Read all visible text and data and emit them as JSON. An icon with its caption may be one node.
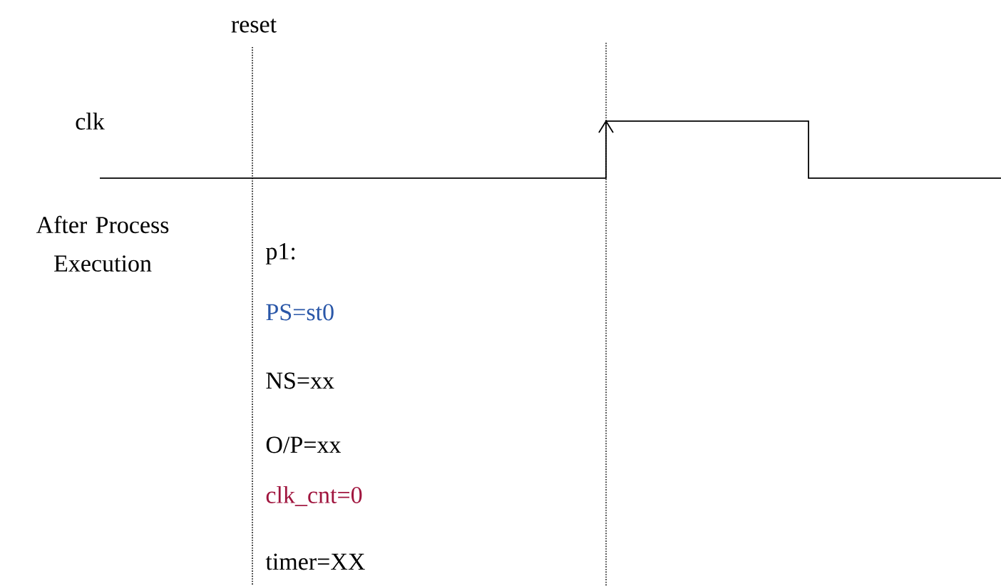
{
  "diagram": {
    "labels": [
      "reset",
      "clk",
      "After Process Execution",
      "p1:",
      "PS=st0",
      "NS=xx",
      "O/P=xx",
      "clk_cnt=0",
      "timer=XX"
    ]
  }
}
